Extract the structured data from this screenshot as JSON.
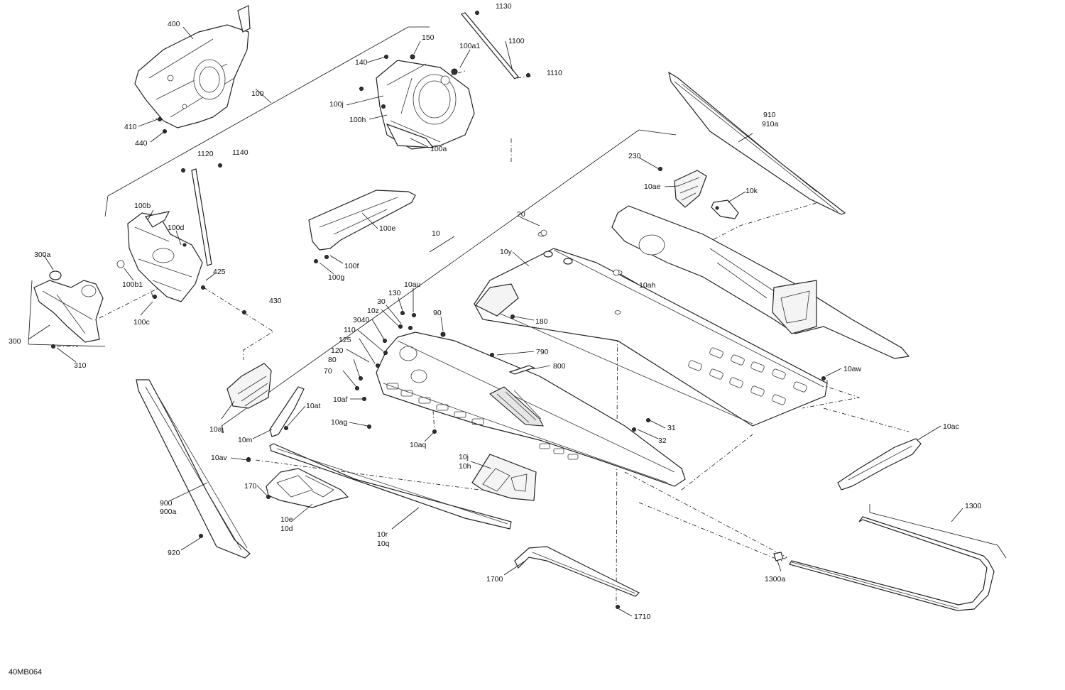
{
  "figure_ref": "40MB064",
  "callouts": {
    "c1130": "1130",
    "c1100": "1100",
    "c1110": "1110",
    "c100a1": "100a1",
    "c150": "150",
    "c140": "140",
    "c100j": "100j",
    "c100h": "100h",
    "c100a": "100a",
    "c400": "400",
    "c100": "100",
    "c410": "410",
    "c440": "440",
    "c910": "910",
    "c910a": "910a",
    "c230": "230",
    "c10ae": "10ae",
    "c10k": "10k",
    "c1120": "1120",
    "c1140": "1140",
    "c100b": "100b",
    "c100d": "100d",
    "c300a": "300a",
    "c100b1": "100b1",
    "c425": "425",
    "c100c": "100c",
    "c430": "430",
    "c300": "300",
    "c310": "310",
    "c100e": "100e",
    "c100f": "100f",
    "c100g": "100g",
    "c10": "10",
    "c20": "20",
    "c10y": "10y",
    "c10ah": "10ah",
    "c180": "180",
    "c10au": "10au",
    "c130": "130",
    "c30": "30",
    "c10z": "10z",
    "c90": "90",
    "c3040": "3040",
    "c110": "110",
    "c125": "125",
    "c120": "120",
    "c80": "80",
    "c70": "70",
    "c10af": "10af",
    "c10ag": "10ag",
    "c790": "790",
    "c800": "800",
    "c10aw": "10aw",
    "c31": "31",
    "c32": "32",
    "c10aq": "10aq",
    "c10ac": "10ac",
    "c10aj": "10aj",
    "c10m": "10m",
    "c10at": "10at",
    "c10av": "10av",
    "c10j": "10j",
    "c10h": "10h",
    "c170": "170",
    "c10e": "10e",
    "c10d": "10d",
    "c900": "900",
    "c900a": "900a",
    "c920": "920",
    "c10r": "10r",
    "c10q": "10q",
    "c1300": "1300",
    "c1300a": "1300a",
    "c1700": "1700",
    "c1710": "1710"
  }
}
